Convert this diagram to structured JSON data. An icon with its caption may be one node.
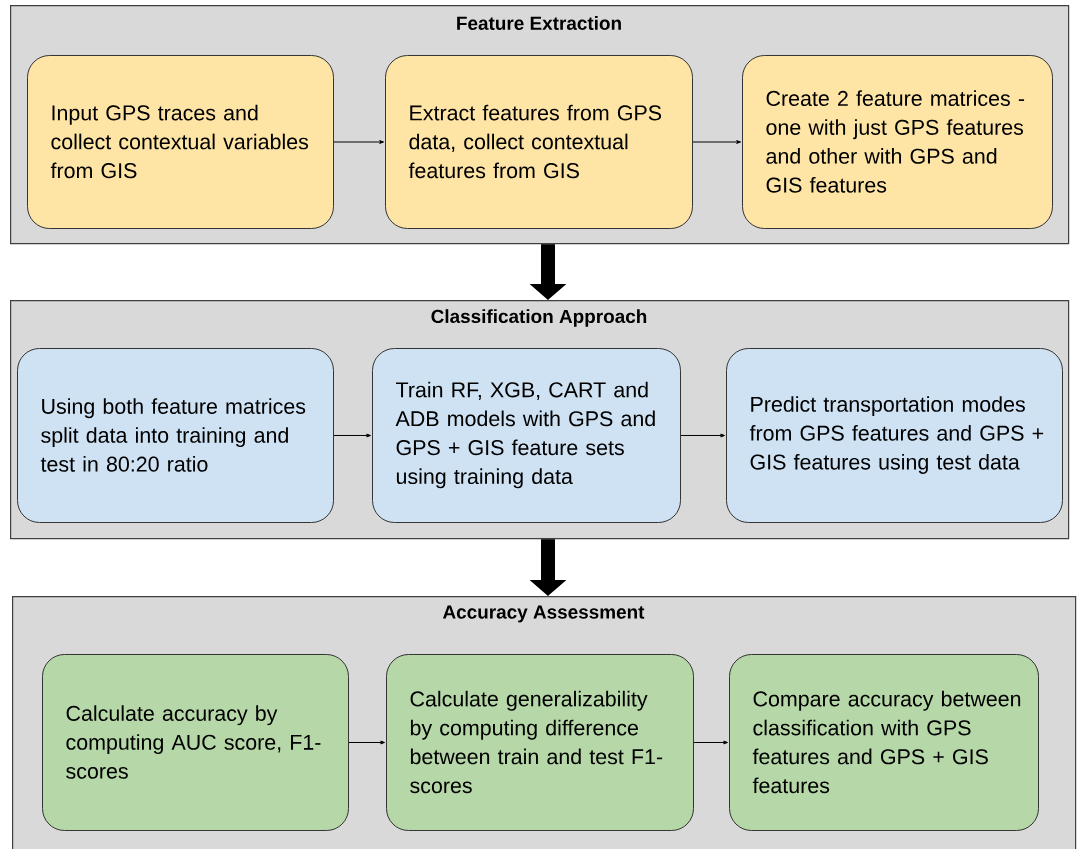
{
  "diagram": {
    "nodes": [
      {
        "text": [
          "Feature Extraction"
        ]
      },
      {
        "text": [
          "Input GPS traces and collect contextual variables from GIS"
        ],
        "in": 0
      },
      {
        "text": [
          "Extract features from GPS data, collect contextual features from GIS"
        ],
        "in": 0
      },
      {
        "text": [
          "Create 2 feature matrices - one with just GPS features and other with GPS and GIS features"
        ],
        "in": 0
      },
      {
        "text": [
          "Classification Approach"
        ]
      },
      {
        "text": [
          "Using both feature matrices split data into training and test in 80:20 ratio"
        ],
        "in": 4
      },
      {
        "text": [
          "Train RF, XGB, CART and ADB models with GPS and GPS + GIS feature sets using training data"
        ],
        "in": 4
      },
      {
        "text": [
          "Predict transportation modes from GPS features and GPS + GIS features using test data"
        ],
        "in": 4
      },
      {
        "text": [
          "Accuracy Assessment"
        ]
      },
      {
        "text": [
          "Calculate accuracy by computing AUC score, F1-scores"
        ],
        "in": 8
      },
      {
        "text": [
          "Calculate generalizability by computing difference between train and test F1-scores"
        ],
        "in": 8
      },
      {
        "text": [
          "Compare accuracy between classification with GPS features and GPS + GIS features"
        ],
        "in": 8
      }
    ],
    "edges": [
      {
        "from": 1,
        "to": 2,
        "arrow": "to"
      },
      {
        "from": 2,
        "to": 3,
        "arrow": "to"
      },
      {
        "from": 0,
        "to": 4,
        "arrow": "to",
        "style": "thick"
      },
      {
        "from": 5,
        "to": 6,
        "arrow": "to"
      },
      {
        "from": 6,
        "to": 7,
        "arrow": "to"
      },
      {
        "from": 4,
        "to": 8,
        "arrow": "to",
        "style": "thick"
      },
      {
        "from": 9,
        "to": 10,
        "arrow": "to"
      },
      {
        "from": 10,
        "to": 11,
        "arrow": "to"
      }
    ]
  }
}
